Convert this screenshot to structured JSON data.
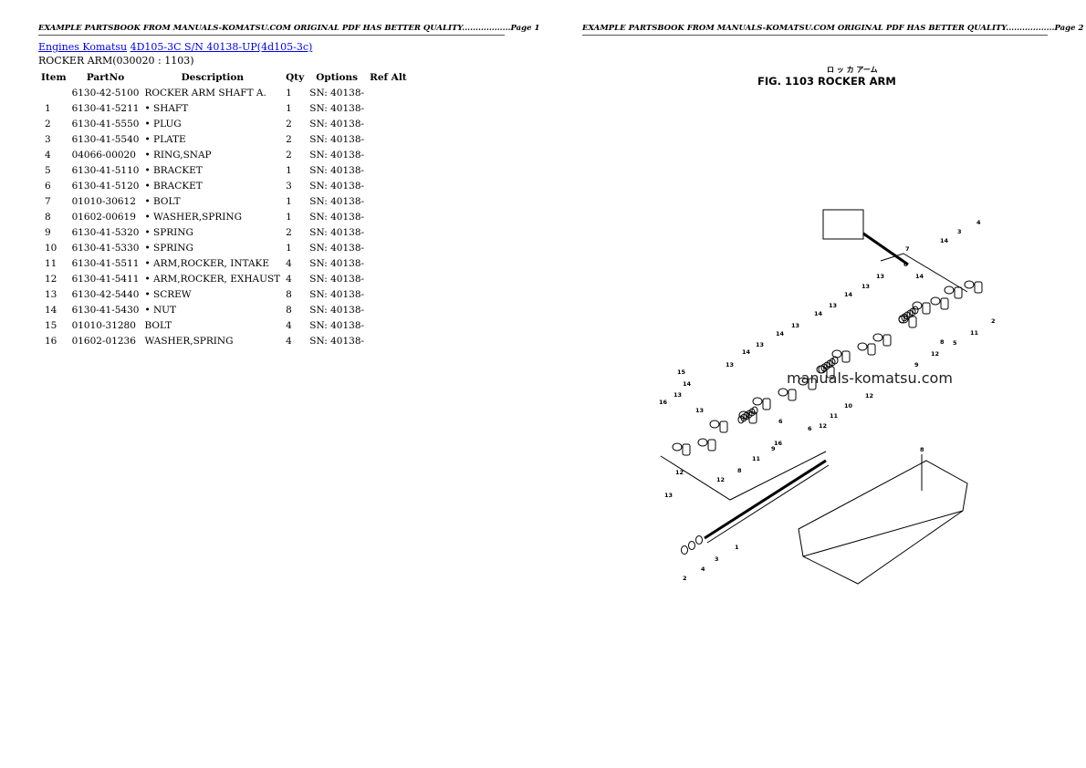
{
  "page1": {
    "header": "EXAMPLE PARTSBOOK FROM MANUALS-KOMATSU.COM ORIGINAL PDF HAS BETTER QUALITY..................Page 1",
    "breadcrumb": [
      {
        "label": "Engines Komatsu"
      },
      {
        "label": "4D105-3C S/N 40138-UP(4d105-3c)"
      }
    ],
    "subtitle": "ROCKER ARM(030020 : 1103)",
    "columns": [
      "Item",
      "PartNo",
      "Description",
      "Qty",
      "Options",
      "Ref Alt"
    ],
    "rows": [
      [
        "",
        "6130-42-5100",
        "ROCKER ARM SHAFT A.",
        "1",
        "SN: 40138-",
        ""
      ],
      [
        "1",
        "6130-41-5211",
        "• SHAFT",
        "1",
        "SN: 40138-",
        ""
      ],
      [
        "2",
        "6130-41-5550",
        "• PLUG",
        "2",
        "SN: 40138-",
        ""
      ],
      [
        "3",
        "6130-41-5540",
        "• PLATE",
        "2",
        "SN: 40138-",
        ""
      ],
      [
        "4",
        "04066-00020",
        " • RING,SNAP",
        "2",
        "SN: 40138-",
        ""
      ],
      [
        "5",
        "6130-41-5110",
        "• BRACKET",
        "1",
        "SN: 40138-",
        ""
      ],
      [
        "6",
        "6130-41-5120",
        "• BRACKET",
        "3",
        "SN: 40138-",
        ""
      ],
      [
        "7",
        "01010-30612",
        " • BOLT",
        "1",
        "SN: 40138-",
        ""
      ],
      [
        "8",
        "01602-00619",
        " • WASHER,SPRING",
        "1",
        "SN: 40138-",
        ""
      ],
      [
        "9",
        "6130-41-5320",
        "• SPRING",
        "2",
        "SN: 40138-",
        ""
      ],
      [
        "10",
        "6130-41-5330",
        "• SPRING",
        "1",
        "SN: 40138-",
        ""
      ],
      [
        "11",
        "6130-41-5511",
        "• ARM,ROCKER, INTAKE",
        "4",
        "SN: 40138-",
        ""
      ],
      [
        "12",
        "6130-41-5411",
        "• ARM,ROCKER, EXHAUST",
        "4",
        "SN: 40138-",
        ""
      ],
      [
        "13",
        "6130-42-5440",
        "• SCREW",
        "8",
        "SN: 40138-",
        ""
      ],
      [
        "14",
        "6130-41-5430",
        "• NUT",
        "8",
        "SN: 40138-",
        ""
      ],
      [
        "15",
        "01010-31280",
        " BOLT",
        "4",
        "SN: 40138-",
        ""
      ],
      [
        "16",
        "01602-01236",
        " WASHER,SPRING",
        "4",
        "SN: 40138-",
        ""
      ]
    ]
  },
  "page2": {
    "header": "EXAMPLE PARTSBOOK FROM MANUALS-KOMATSU.COM ORIGINAL PDF HAS BETTER QUALITY..................Page 2",
    "figure": {
      "title_jp": "ロ ッ カ アーム",
      "title": "FIG. 1103  ROCKER ARM",
      "watermark": "manuals-komatsu.com",
      "callouts": [
        "7",
        "14",
        "3",
        "4",
        "6",
        "13",
        "14",
        "2",
        "13",
        "11",
        "5",
        "8",
        "12",
        "14",
        "13",
        "9",
        "14",
        "13",
        "12",
        "14",
        "13",
        "6",
        "13",
        "14",
        "10",
        "12",
        "11",
        "15",
        "14",
        "13",
        "16",
        "6",
        "9",
        "12",
        "16",
        "13",
        "11",
        "8",
        "12",
        "13",
        "1",
        "3",
        "4",
        "2",
        "8"
      ]
    }
  }
}
